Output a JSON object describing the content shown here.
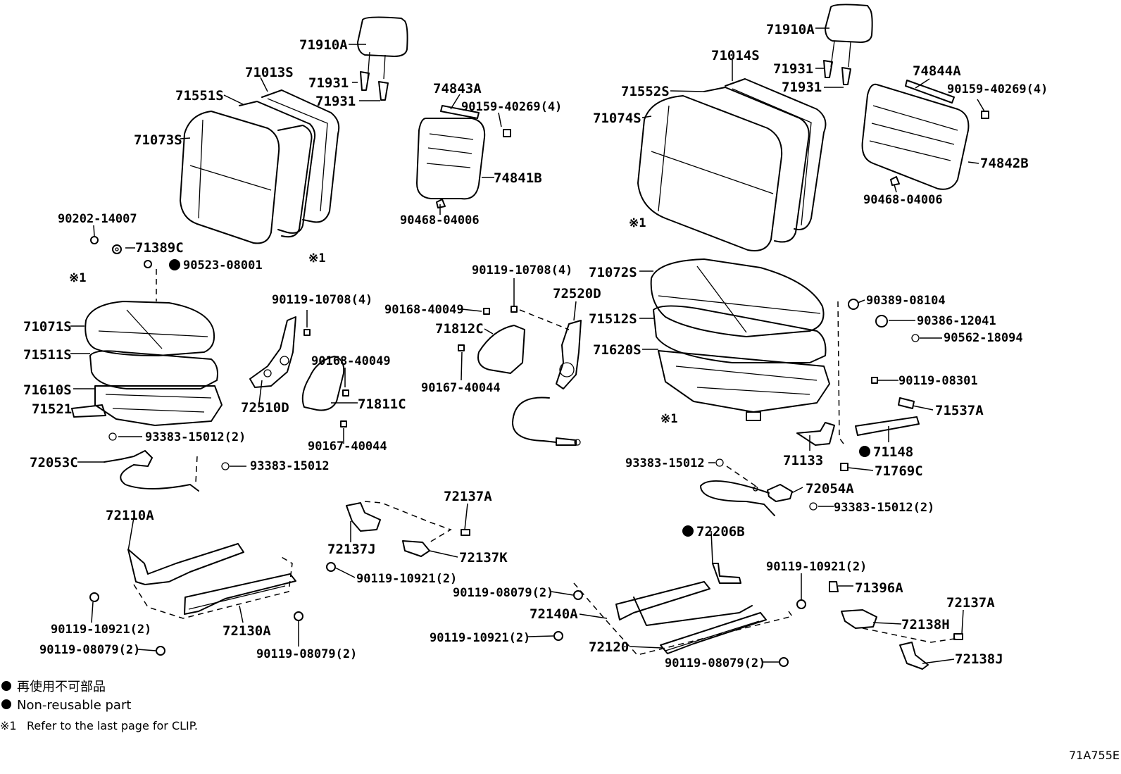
{
  "labels": {
    "p71910A_l": "71910A",
    "p71013S": "71013S",
    "p71931_l1": "71931",
    "p71931_l2": "71931",
    "p71551S": "71551S",
    "p71073S": "71073S",
    "p74843A": "74843A",
    "p90159_l": "90159-40269(4)",
    "p74841B": "74841B",
    "p90468_l": "90468-04006",
    "p90202": "90202-14007",
    "p71389C": "71389C",
    "p90523": "90523-08001",
    "ref1_a": "※1",
    "ref1_b": "※1",
    "p71071S": "71071S",
    "p71511S": "71511S",
    "p71610S": "71610S",
    "p71521": "71521",
    "p90119_10708_l": "90119-10708(4)",
    "p90168_l": "90168-40049",
    "p72510D": "72510D",
    "p71811C": "71811C",
    "p90167_l": "90167-40044",
    "p93383_l1": "93383-15012(2)",
    "p72053C": "72053C",
    "p93383_l2": "93383-15012",
    "p90119_10708_m": "90119-10708(4)",
    "p72520D": "72520D",
    "p90168_m": "90168-40049",
    "p71812C": "71812C",
    "p90167_m": "90167-40044",
    "p71910A_r": "71910A",
    "p71014S": "71014S",
    "p71931_r1": "71931",
    "p71931_r2": "71931",
    "p71552S": "71552S",
    "p71074S": "71074S",
    "ref1_c": "※1",
    "p74844A": "74844A",
    "p90159_r": "90159-40269(4)",
    "p74842B": "74842B",
    "p90468_r": "90468-04006",
    "p71072S": "71072S",
    "p71512S": "71512S",
    "p71620S": "71620S",
    "ref1_d": "※1",
    "p90389": "90389-08104",
    "p90386": "90386-12041",
    "p90562": "90562-18094",
    "p90119_08301": "90119-08301",
    "p71537A": "71537A",
    "p71148": "71148",
    "p71133": "71133",
    "p71769C": "71769C",
    "p93383_r1": "93383-15012",
    "p72054A": "72054A",
    "p93383_r2": "93383-15012(2)",
    "p72206B": "72206B",
    "p72110A": "72110A",
    "p72137A_l": "72137A",
    "p72137J": "72137J",
    "p72137K": "72137K",
    "p90119_10921_m": "90119-10921(2)",
    "p90119_10921_l": "90119-10921(2)",
    "p90119_08079_l": "90119-08079(2)",
    "p72130A": "72130A",
    "p90119_08079_m": "90119-08079(2)",
    "p90119_08079_c": "90119-08079(2)",
    "p72140A": "72140A",
    "p90119_10921_c": "90119-10921(2)",
    "p72120": "72120",
    "p90119_08079_r": "90119-08079(2)",
    "p90119_10921_r": "90119-10921(2)",
    "p71396A": "71396A",
    "p72137A_r": "72137A",
    "p72138H": "72138H",
    "p72138J": "72138J"
  },
  "legend": {
    "non_reusable_jp": "再使用不可部品",
    "non_reusable_en": "Non-reusable part",
    "ref_mark": "※1",
    "ref_text": "Refer to the last page for CLIP."
  },
  "diagram_id": "71A755E"
}
